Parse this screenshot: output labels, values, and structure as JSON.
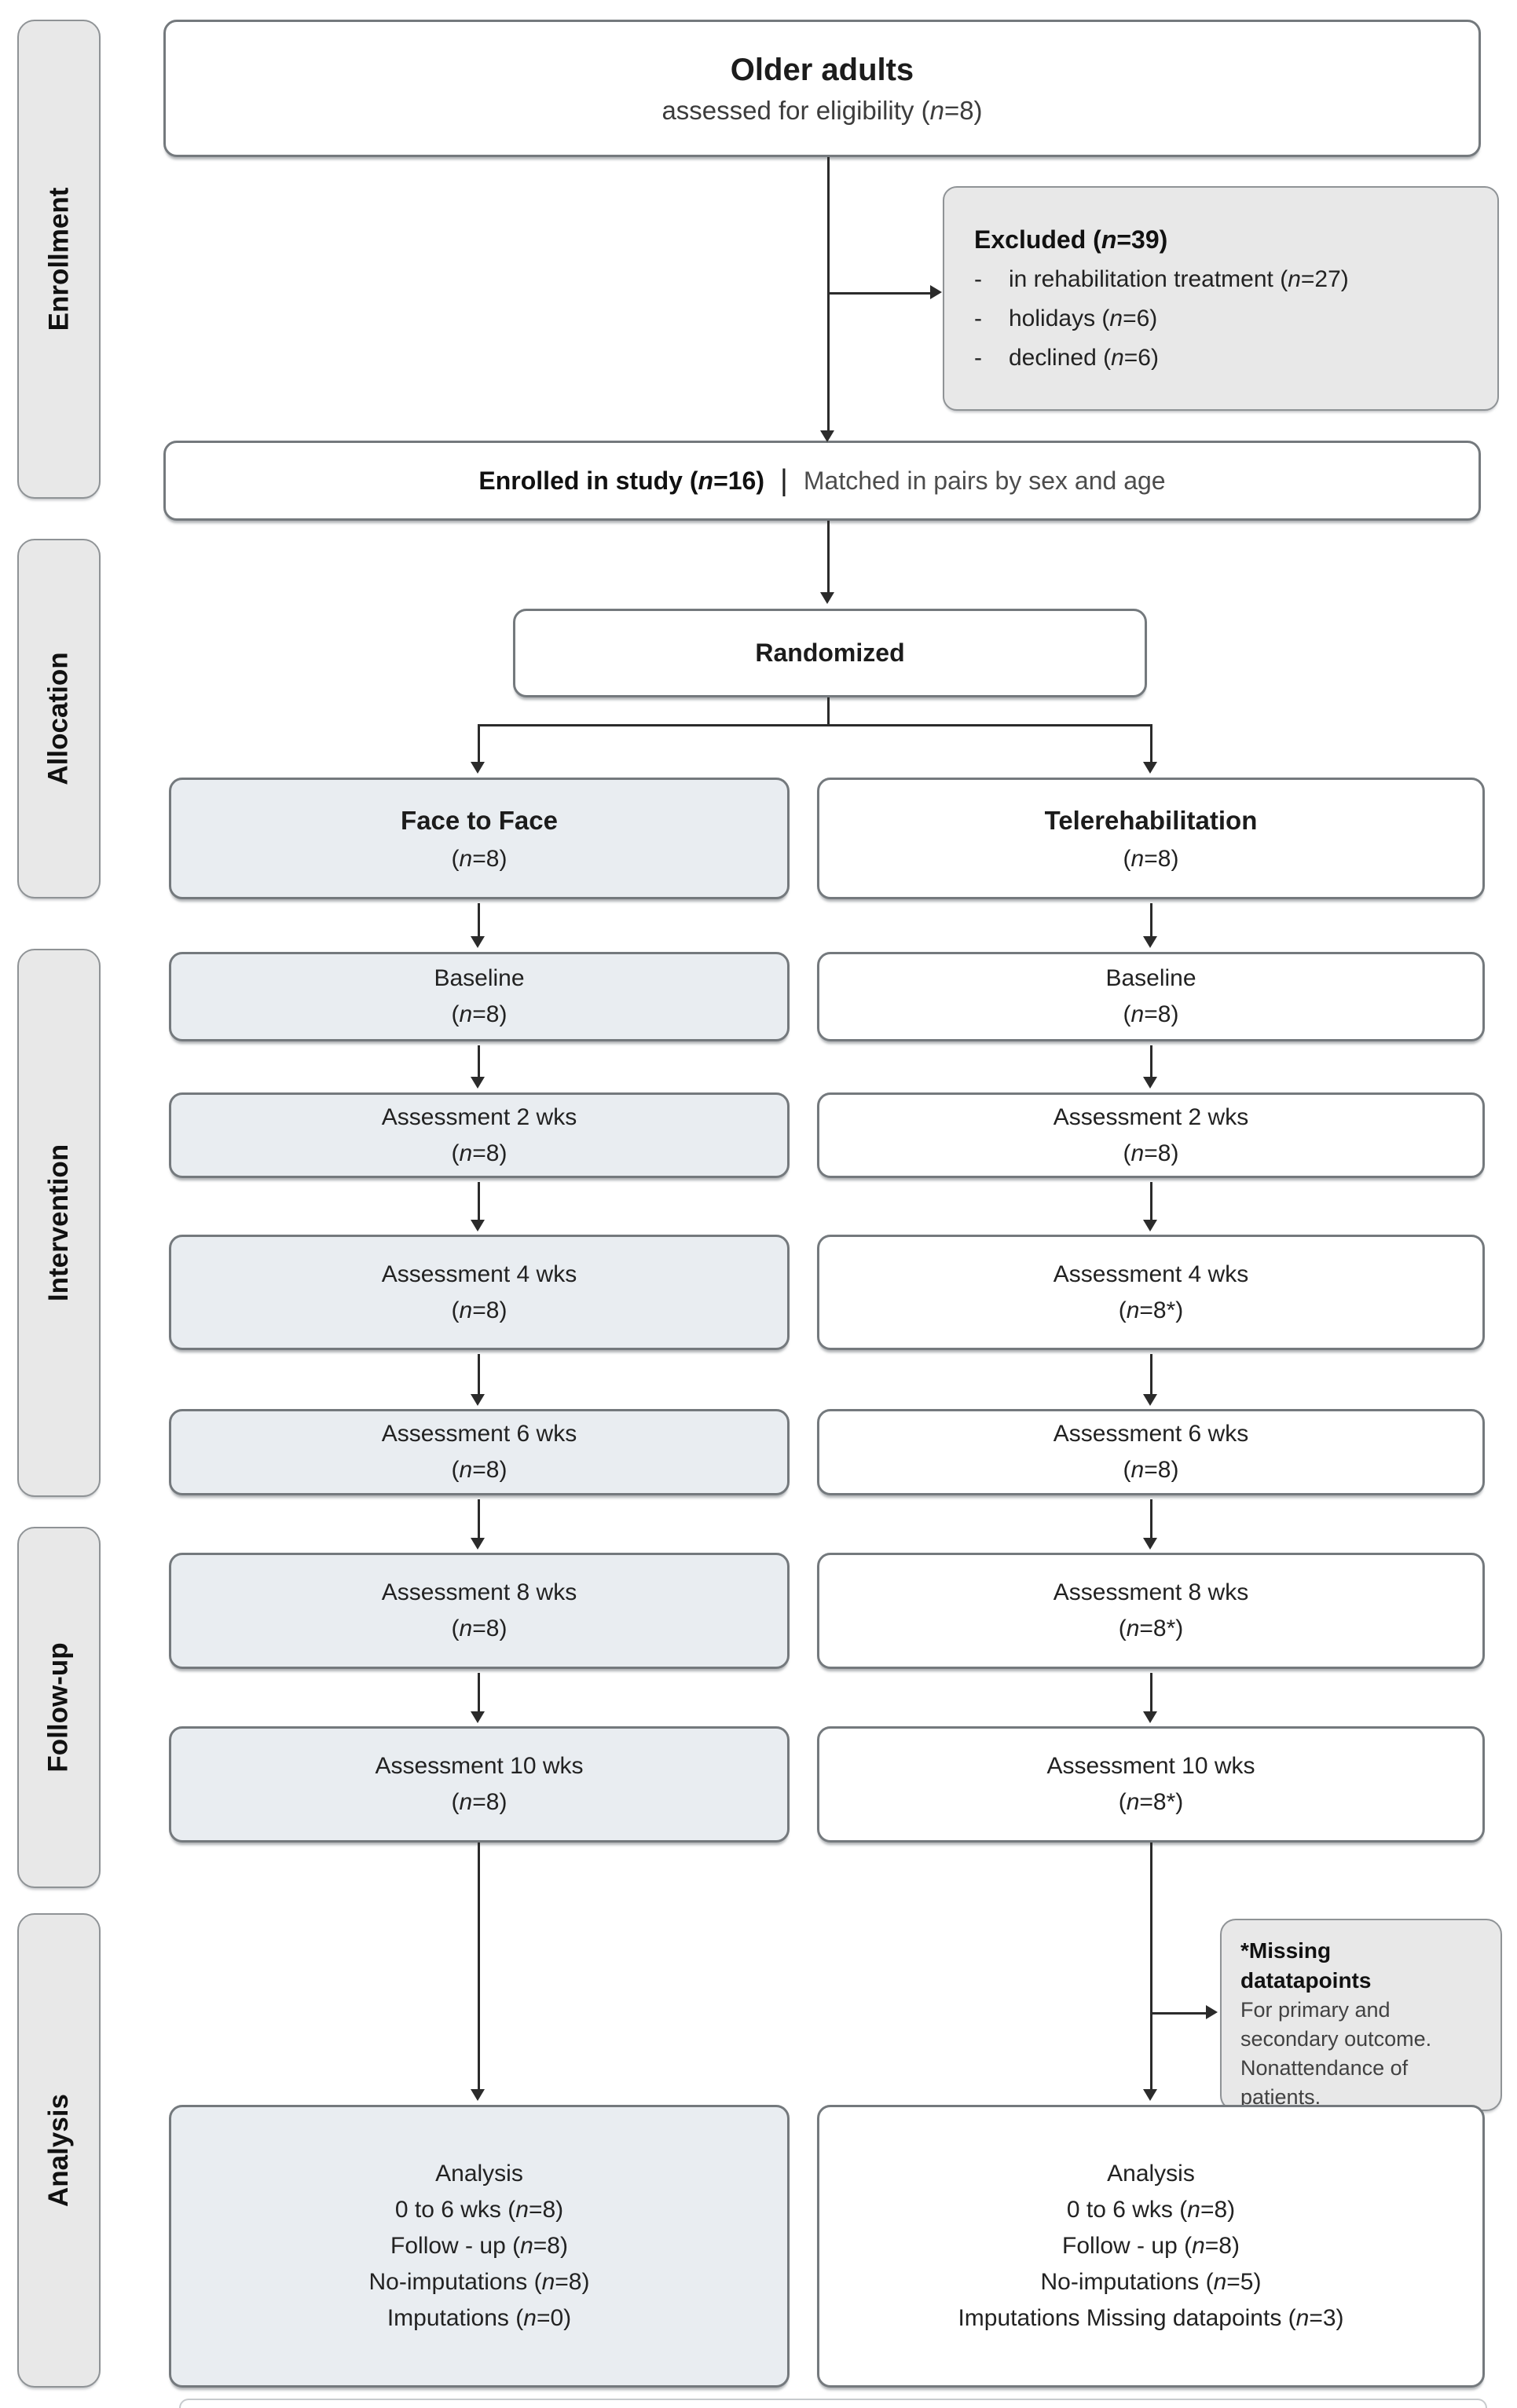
{
  "palette": {
    "left_column_fill": "#e9edf1",
    "right_column_fill": "#ffffff",
    "panel_fill": "#e8e8e8",
    "border": "#74797d",
    "connector": "#2b2b2b",
    "text": "#1c1c1c",
    "muted_text": "#4c4c4c"
  },
  "sidebar": {
    "sections": [
      {
        "label": "Enrollment"
      },
      {
        "label": "Allocation"
      },
      {
        "label": "Intervention"
      },
      {
        "label": "Follow-up"
      },
      {
        "label": "Analysis"
      }
    ]
  },
  "eligibility_box": {
    "title": "Older adults",
    "subtitle": {
      "pre": "assessed for eligibility (",
      "n": "n",
      "post": "=8)"
    }
  },
  "excluded_box": {
    "header": {
      "pre": "Excluded (",
      "n": "n",
      "post": "=39)"
    },
    "items": [
      {
        "dash": "-",
        "pre": "in rehabilitation treatment (",
        "n": "n",
        "post": "=27)"
      },
      {
        "dash": "-",
        "pre": "holidays (",
        "n": "n",
        "post": "=6)"
      },
      {
        "dash": "-",
        "pre": "declined (",
        "n": "n",
        "post": "=6)"
      }
    ]
  },
  "enrolled_box": {
    "bold": {
      "pre": "Enrolled in study (",
      "n": "n",
      "post": "=16)"
    },
    "divider": "|",
    "note": "Matched in pairs by sex and age"
  },
  "randomized_box": {
    "label": "Randomized"
  },
  "groups": {
    "left": {
      "title": "Face to Face",
      "count": {
        "pre": "(",
        "n": "n",
        "post": "=8)"
      }
    },
    "right": {
      "title": "Telerehabilitation",
      "count": {
        "pre": "(",
        "n": "n",
        "post": "=8)"
      }
    }
  },
  "assessment_rows": [
    {
      "left": {
        "line": "Baseline",
        "count": {
          "pre": "(",
          "n": "n",
          "post": "=8)"
        }
      },
      "right": {
        "line": "Baseline",
        "count": {
          "pre": "(",
          "n": "n",
          "post": "=8)"
        }
      }
    },
    {
      "left": {
        "line": "Assessment 2 wks",
        "count": {
          "pre": "(",
          "n": "n",
          "post": "=8)"
        }
      },
      "right": {
        "line": "Assessment 2 wks",
        "count": {
          "pre": "(",
          "n": "n",
          "post": "=8)"
        }
      }
    },
    {
      "left": {
        "line": "Assessment 4 wks",
        "count": {
          "pre": "(",
          "n": "n",
          "post": "=8)"
        }
      },
      "right": {
        "line": "Assessment 4 wks",
        "count": {
          "pre": "(",
          "n": "n",
          "post": "=8*)"
        }
      }
    },
    {
      "left": {
        "line": "Assessment 6 wks",
        "count": {
          "pre": "(",
          "n": "n",
          "post": "=8)"
        }
      },
      "right": {
        "line": "Assessment 6 wks",
        "count": {
          "pre": "(",
          "n": "n",
          "post": "=8)"
        }
      }
    },
    {
      "left": {
        "line": "Assessment 8 wks",
        "count": {
          "pre": "(",
          "n": "n",
          "post": "=8)"
        }
      },
      "right": {
        "line": "Assessment 8 wks",
        "count": {
          "pre": "(",
          "n": "n",
          "post": "=8*)"
        }
      }
    },
    {
      "left": {
        "line": "Assessment 10 wks",
        "count": {
          "pre": "(",
          "n": "n",
          "post": "=8)"
        }
      },
      "right": {
        "line": "Assessment 10 wks",
        "count": {
          "pre": "(",
          "n": "n",
          "post": "=8*)"
        }
      }
    }
  ],
  "missing_note": {
    "title_lines": [
      "*Missing",
      "datatapoints"
    ],
    "body_lines": [
      "For primary and",
      "secondary outcome.",
      "Nonattendance of",
      "patients."
    ]
  },
  "analysis_left": {
    "lines": [
      {
        "pre": "Analysis",
        "n": "",
        "post": ""
      },
      {
        "pre": "0 to 6 wks (",
        "n": "n",
        "post": "=8)"
      },
      {
        "pre": "Follow - up (",
        "n": "n",
        "post": "=8)"
      },
      {
        "pre": "No-imputations (",
        "n": "n",
        "post": "=8)"
      },
      {
        "pre": "Imputations (",
        "n": "n",
        "post": "=0)"
      }
    ]
  },
  "analysis_right": {
    "lines": [
      {
        "pre": "Analysis",
        "n": "",
        "post": ""
      },
      {
        "pre": "0 to 6 wks (",
        "n": "n",
        "post": "=8)"
      },
      {
        "pre": "Follow - up (",
        "n": "n",
        "post": "=8)"
      },
      {
        "pre": "No-imputations (",
        "n": "n",
        "post": "=5)"
      },
      {
        "pre": "Imputations Missing datapoints (",
        "n": "n",
        "post": "=3)"
      }
    ]
  }
}
